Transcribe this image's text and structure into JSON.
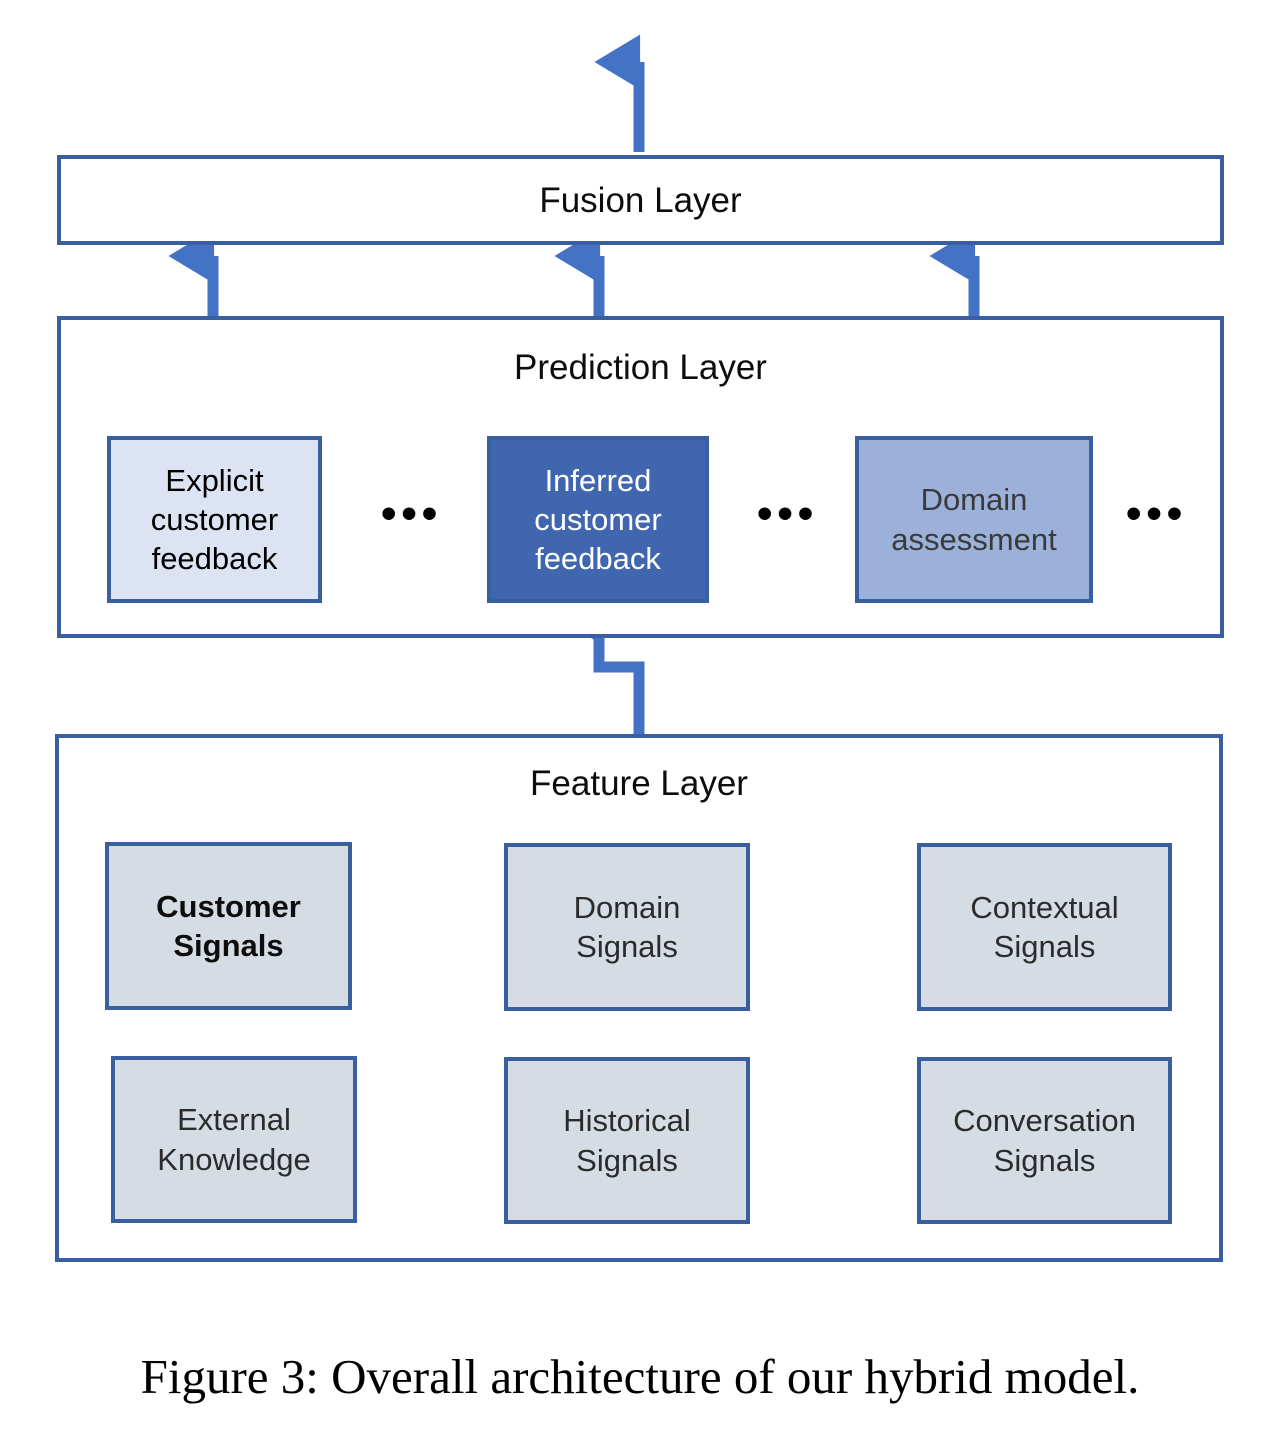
{
  "figure": {
    "caption": "Figure 3: Overall architecture of our hybrid model.",
    "colors": {
      "border_blue": "#3a5fa0",
      "arrow_blue": "#4472c4",
      "inferred_fill": "#3f66ae",
      "explicit_fill": "#dce3f2",
      "domain_assessment_fill": "#9cb1da",
      "feature_fill": "#d6dce4",
      "background": "#ffffff"
    }
  },
  "layers": {
    "fusion": {
      "title": "Fusion Layer"
    },
    "prediction": {
      "title": "Prediction Layer",
      "nodes": [
        {
          "label": "Explicit\ncustomer\nfeedback",
          "name": "explicit-customer-feedback"
        },
        {
          "label": "Inferred\ncustomer\nfeedback",
          "name": "inferred-customer-feedback"
        },
        {
          "label": "Domain\nassessment",
          "name": "domain-assessment"
        }
      ],
      "ellipses": [
        "•••",
        "•••",
        "•••"
      ]
    },
    "feature": {
      "title": "Feature Layer",
      "nodes": [
        {
          "label": "Customer\nSignals",
          "name": "customer-signals"
        },
        {
          "label": "Domain\nSignals",
          "name": "domain-signals"
        },
        {
          "label": "Contextual\nSignals",
          "name": "contextual-signals"
        },
        {
          "label": "External\nKnowledge",
          "name": "external-knowledge"
        },
        {
          "label": "Historical\nSignals",
          "name": "historical-signals"
        },
        {
          "label": "Conversation\nSignals",
          "name": "conversation-signals"
        }
      ]
    }
  },
  "connectors": [
    {
      "name": "fusion-output-arrow",
      "from": "Fusion Layer",
      "to": "output"
    },
    {
      "name": "explicit-to-fusion-arrow",
      "from": "Explicit customer feedback",
      "to": "Fusion Layer"
    },
    {
      "name": "inferred-to-fusion-arrow",
      "from": "Inferred customer feedback",
      "to": "Fusion Layer"
    },
    {
      "name": "domain-to-fusion-arrow",
      "from": "Domain assessment",
      "to": "Fusion Layer"
    },
    {
      "name": "feature-to-inferred-arrow",
      "from": "Feature Layer",
      "to": "Inferred customer feedback"
    }
  ]
}
